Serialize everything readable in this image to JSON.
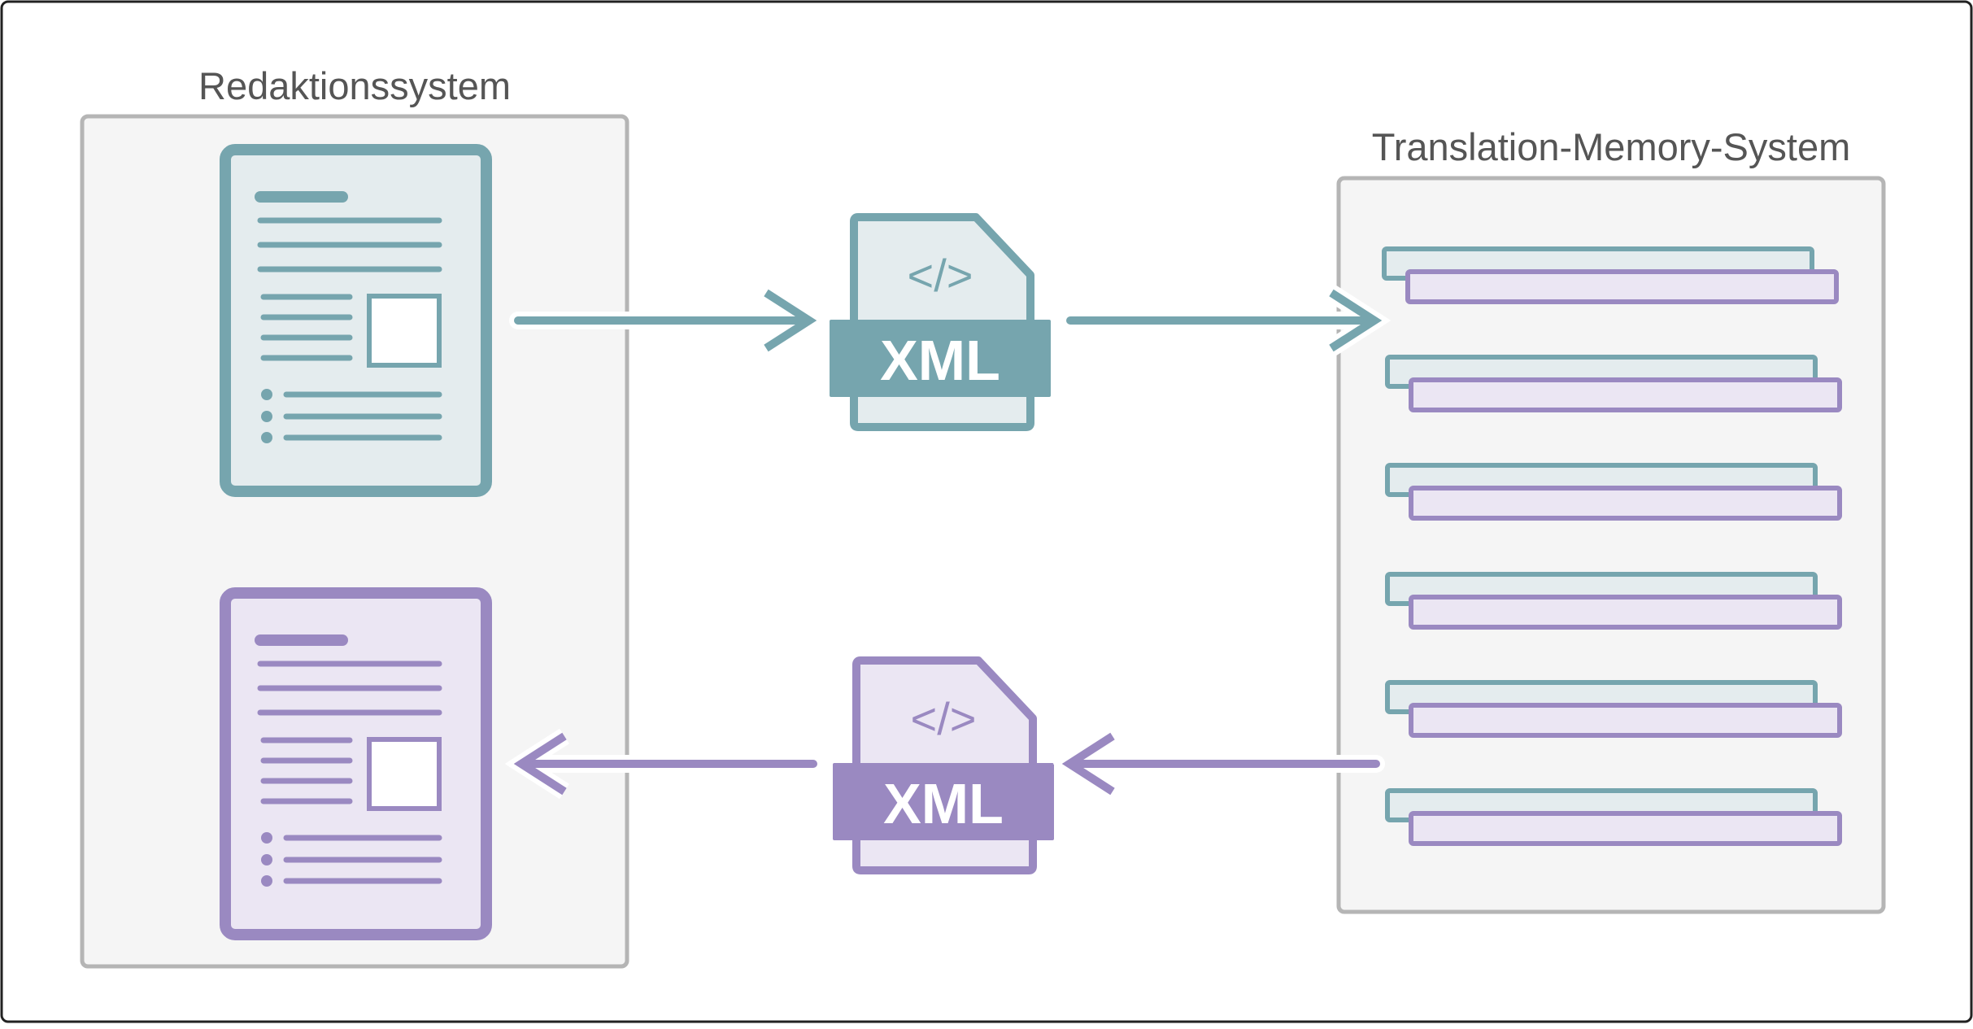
{
  "left_system": {
    "label": "Redaktionssystem"
  },
  "right_system": {
    "label": "Translation-Memory-System"
  },
  "xml_source": {
    "format_label": "XML",
    "code_glyph": "</>"
  },
  "xml_target": {
    "format_label": "XML",
    "code_glyph": "</>"
  },
  "colors": {
    "teal": "#76A5AE",
    "teal_fill": "#E4ECEE",
    "purple": "#9A89C1",
    "purple_fill": "#EBE6F3",
    "box_border": "#B5B5B5",
    "box_fill": "#F5F5F5",
    "label_text": "#555555"
  }
}
